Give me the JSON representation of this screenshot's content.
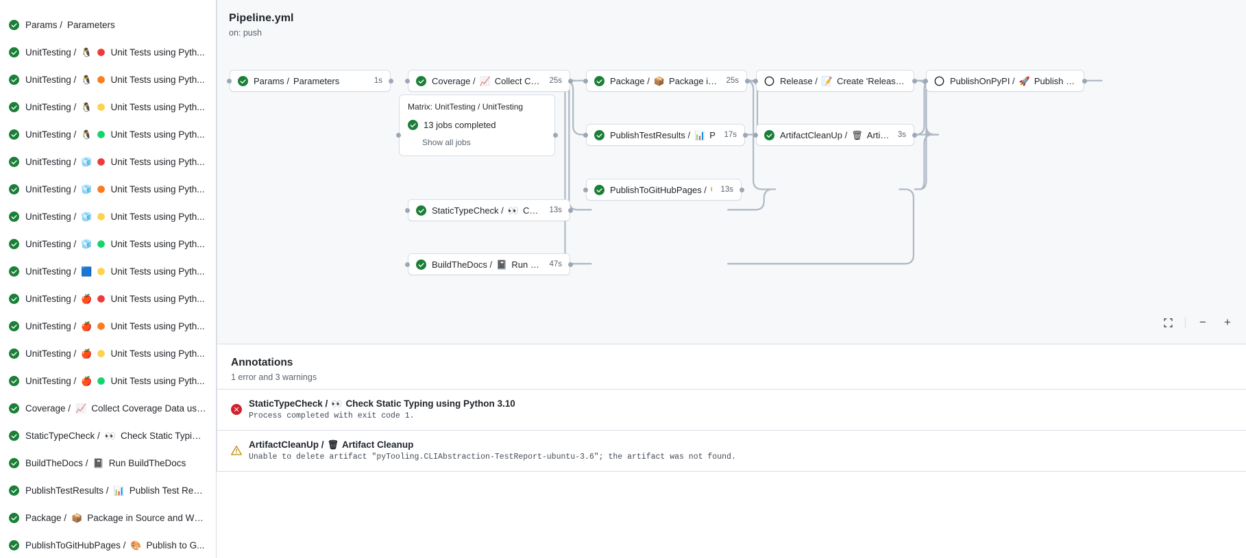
{
  "sidebar": {
    "items": [
      {
        "status": "success",
        "prefix": "Params /",
        "emoji": "",
        "label": "Parameters"
      },
      {
        "status": "success",
        "prefix": "UnitTesting /",
        "emoji": "🐧",
        "dot": "#f03a3a",
        "label": "Unit Tests using Pyth..."
      },
      {
        "status": "success",
        "prefix": "UnitTesting /",
        "emoji": "🐧",
        "dot": "#fb7d20",
        "label": "Unit Tests using Pyth..."
      },
      {
        "status": "success",
        "prefix": "UnitTesting /",
        "emoji": "🐧",
        "dot": "#fcd34a",
        "label": "Unit Tests using Pyth..."
      },
      {
        "status": "success",
        "prefix": "UnitTesting /",
        "emoji": "🐧",
        "dot": "#13d56d",
        "label": "Unit Tests using Pyth..."
      },
      {
        "status": "success",
        "prefix": "UnitTesting /",
        "emoji": "🧊",
        "dot": "#f03a3a",
        "label": "Unit Tests using Pyth..."
      },
      {
        "status": "success",
        "prefix": "UnitTesting /",
        "emoji": "🧊",
        "dot": "#fb7d20",
        "label": "Unit Tests using Pyth..."
      },
      {
        "status": "success",
        "prefix": "UnitTesting /",
        "emoji": "🧊",
        "dot": "#fcd34a",
        "label": "Unit Tests using Pyth..."
      },
      {
        "status": "success",
        "prefix": "UnitTesting /",
        "emoji": "🧊",
        "dot": "#13d56d",
        "label": "Unit Tests using Pyth..."
      },
      {
        "status": "success",
        "prefix": "UnitTesting /",
        "emoji": "🟦",
        "dot": "#fcd34a",
        "label": "Unit Tests using Pyth..."
      },
      {
        "status": "success",
        "prefix": "UnitTesting /",
        "emoji": "🍎",
        "dot": "#f03a3a",
        "label": "Unit Tests using Pyth..."
      },
      {
        "status": "success",
        "prefix": "UnitTesting /",
        "emoji": "🍎",
        "dot": "#fb7d20",
        "label": "Unit Tests using Pyth..."
      },
      {
        "status": "success",
        "prefix": "UnitTesting /",
        "emoji": "🍎",
        "dot": "#fcd34a",
        "label": "Unit Tests using Pyth..."
      },
      {
        "status": "success",
        "prefix": "UnitTesting /",
        "emoji": "🍎",
        "dot": "#13d56d",
        "label": "Unit Tests using Pyth..."
      },
      {
        "status": "success",
        "prefix": "Coverage /",
        "emoji": "📈",
        "label": "Collect Coverage Data usi..."
      },
      {
        "status": "success",
        "prefix": "StaticTypeCheck /",
        "emoji": "👀",
        "label": "Check Static Typing..."
      },
      {
        "status": "success",
        "prefix": "BuildTheDocs /",
        "emoji": "📓",
        "label": "Run BuildTheDocs"
      },
      {
        "status": "success",
        "prefix": "PublishTestResults /",
        "emoji": "📊",
        "label": "Publish Test Resu..."
      },
      {
        "status": "success",
        "prefix": "Package /",
        "emoji": "📦",
        "label": "Package in Source and Wh..."
      },
      {
        "status": "success",
        "prefix": "PublishToGitHubPages /",
        "emoji": "🎨",
        "label": "Publish to G..."
      }
    ]
  },
  "graph": {
    "title": "Pipeline.yml",
    "subtitle": "on: push",
    "nodes": [
      {
        "id": "params",
        "status": "success",
        "prefix": "Params /",
        "emoji": "",
        "label": "Parameters",
        "duration": "1s"
      },
      {
        "id": "coverage",
        "status": "success",
        "prefix": "Coverage /",
        "emoji": "📈",
        "label": "Collect Cove...",
        "duration": "25s"
      },
      {
        "id": "statictype",
        "status": "success",
        "prefix": "StaticTypeCheck /",
        "emoji": "👀",
        "label": "Chec...",
        "duration": "13s"
      },
      {
        "id": "buildthedocs",
        "status": "success",
        "prefix": "BuildTheDocs /",
        "emoji": "📓",
        "label": "Run Buil...",
        "duration": "47s"
      },
      {
        "id": "package",
        "status": "success",
        "prefix": "Package /",
        "emoji": "📦",
        "label": "Package in So...",
        "duration": "25s"
      },
      {
        "id": "publishtest",
        "status": "success",
        "prefix": "PublishTestResults /",
        "emoji": "📊",
        "label": "Pu...",
        "duration": "17s"
      },
      {
        "id": "publishpages",
        "status": "success",
        "prefix": "PublishToGitHubPages /",
        "emoji": "🎨",
        "label": "...",
        "duration": "13s"
      },
      {
        "id": "release",
        "status": "skipped",
        "prefix": "Release /",
        "emoji": "📝",
        "label": "Create 'Release P...",
        "duration": ""
      },
      {
        "id": "artifact",
        "status": "success",
        "prefix": "ArtifactCleanUp /",
        "emoji": "🗑",
        "label": "Artifac...",
        "duration": "3s"
      },
      {
        "id": "pypi",
        "status": "skipped",
        "prefix": "PublishOnPyPI /",
        "emoji": "🚀",
        "label": "Publish to ...",
        "duration": ""
      }
    ],
    "matrix": {
      "header": "Matrix: UnitTesting / UnitTesting",
      "status": "success",
      "summary": "13 jobs completed",
      "show_all": "Show all jobs"
    },
    "controls": {
      "fullscreen": "fullscreen-icon",
      "zoom_out": "−",
      "zoom_in": "+"
    }
  },
  "annotations": {
    "title": "Annotations",
    "subtitle": "1 error and 3 warnings",
    "rows": [
      {
        "level": "error",
        "prefix": "StaticTypeCheck /",
        "emoji": "👀",
        "label": "Check Static Typing using Python 3.10",
        "message": "Process completed with exit code 1."
      },
      {
        "level": "warning",
        "prefix": "ArtifactCleanUp /",
        "emoji": "🗑",
        "label": "Artifact Cleanup",
        "message": "Unable to delete artifact \"pyTooling.CLIAbstraction-TestReport-ubuntu-3.6\"; the artifact was not found."
      }
    ]
  }
}
